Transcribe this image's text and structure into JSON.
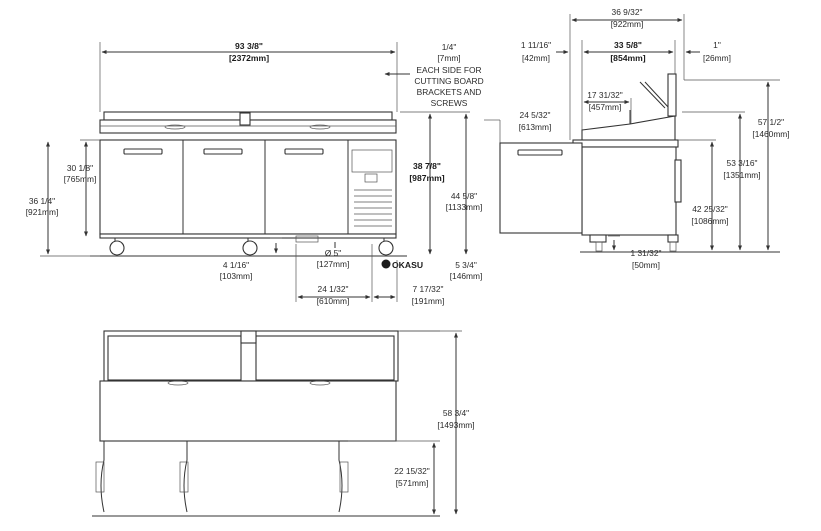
{
  "front_view": {
    "overall_width": {
      "imperial": "93 3/8\"",
      "metric": "[2372mm]"
    },
    "cutting_board": {
      "imperial": "1/4\"",
      "metric": "[7mm]",
      "note_lines": [
        "EACH SIDE FOR",
        "CUTTING BOARD",
        "BRACKETS AND",
        "SCREWS"
      ]
    },
    "cabinet_height": {
      "imperial": "30 1/8\"",
      "metric": "[765mm]"
    },
    "overall_to_floor": {
      "imperial": "36 1/4\"",
      "metric": "[921mm]"
    },
    "rail_height": {
      "imperial": "38 7/8\"",
      "metric": "[987mm]"
    },
    "total_height": {
      "imperial": "44 5/8\"",
      "metric": "[1133mm]"
    },
    "caster_height": {
      "imperial": "4 1/16\"",
      "metric": "[103mm]"
    },
    "cord_diameter": {
      "imperial": "Ø 5\"",
      "metric": "[127mm]"
    },
    "caster_offset": {
      "imperial": "5 3/4\"",
      "metric": "[146mm]"
    },
    "grille_width": {
      "imperial": "24 1/32\"",
      "metric": "[610mm]"
    },
    "grille_offset": {
      "imperial": "7 17/32\"",
      "metric": "[191mm]"
    },
    "brand_mark": "OKASU"
  },
  "side_view": {
    "total_depth": {
      "imperial": "36 9/32\"",
      "metric": "[922mm]"
    },
    "back_offset": {
      "imperial": "1 11/16\"",
      "metric": "[42mm]"
    },
    "body_depth": {
      "imperial": "33 5/8\"",
      "metric": "[854mm]"
    },
    "front_offset": {
      "imperial": "1\"",
      "metric": "[26mm]"
    },
    "door_depth": {
      "imperial": "17 31/32\"",
      "metric": "[457mm]"
    },
    "lid_clearance": {
      "imperial": "24 5/32\"",
      "metric": "[613mm]"
    },
    "height_lid_open": {
      "imperial": "57 1/2\"",
      "metric": "[1460mm]"
    },
    "height_top": {
      "imperial": "53 3/16\"",
      "metric": "[1351mm]"
    },
    "work_height": {
      "imperial": "42 25/32\"",
      "metric": "[1086mm]"
    },
    "leg_height": {
      "imperial": "1 31/32\"",
      "metric": "[50mm]"
    }
  },
  "bottom_view": {
    "doors_open_height": {
      "imperial": "58 3/4\"",
      "metric": "[1493mm]"
    },
    "door_swing": {
      "imperial": "22 15/32\"",
      "metric": "[571mm]"
    }
  }
}
